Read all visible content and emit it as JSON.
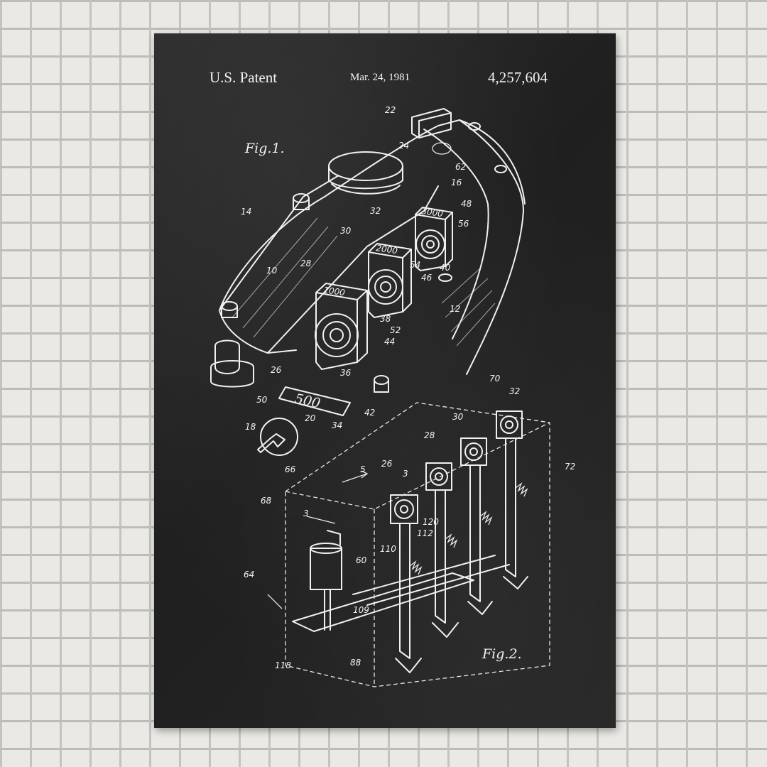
{
  "poster": {
    "patent_label": "U.S. Patent",
    "date": "Mar. 24, 1981",
    "patent_number": "4,257,604"
  },
  "figures": {
    "fig1_label": "Fig.1.",
    "fig2_label": "Fig.2."
  },
  "reference_labels": {
    "r22": "22",
    "r24": "24",
    "r62": "62",
    "r16": "16",
    "r14": "14",
    "r32a": "32",
    "r48": "48",
    "r56": "56",
    "r30a": "30",
    "r54": "54",
    "r46": "46",
    "r40": "40",
    "r10": "10",
    "r28a": "28",
    "r12": "12",
    "r38": "38",
    "r52": "52",
    "r44": "44",
    "r36": "36",
    "r26a": "26",
    "r50": "50",
    "r42": "42",
    "r18": "18",
    "r20": "20",
    "r34": "34",
    "r70": "70",
    "r32b": "32",
    "r30b": "30",
    "r72": "72",
    "r28b": "28",
    "r66": "66",
    "r5": "5",
    "r26b": "26",
    "r3a": "3",
    "r68": "68",
    "r3b": "3",
    "r120": "120",
    "r112": "112",
    "r110": "110",
    "r60": "60",
    "r64": "64",
    "r109": "109",
    "r118": "118",
    "r88": "88"
  },
  "display_values": {
    "target_1": "1000",
    "target_2": "2000",
    "target_3": "3000",
    "score_window": "500"
  },
  "colors": {
    "chalkboard": "#222222",
    "chalk": "#f0f0f0",
    "brick_wall": "#eae9e6",
    "mortar": "#c4c3bf"
  }
}
